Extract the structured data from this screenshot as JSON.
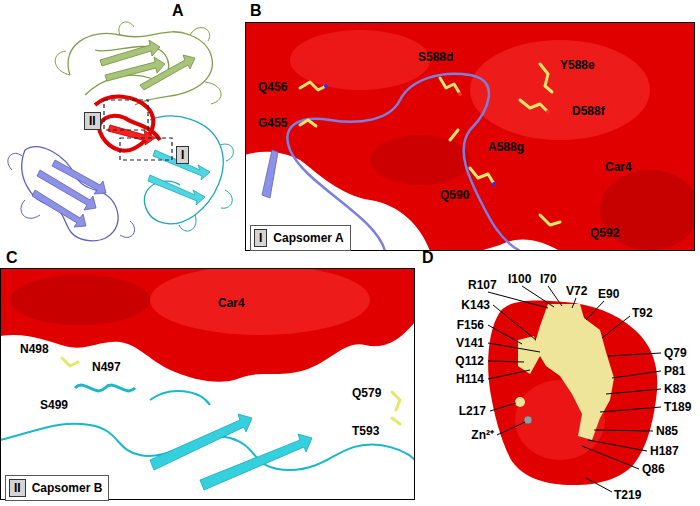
{
  "diagram": {
    "nodes": [
      {
        "text": [
          "II"
        ]
      },
      {
        "text": [
          "I"
        ]
      },
      {
        "text": [
          "I",
          "Capsomer A"
        ]
      },
      {
        "text": [
          "II",
          "Capsomer B"
        ]
      }
    ],
    "labels": [
      "A",
      "B",
      "Q456",
      "S588d",
      "Y588e",
      "G455",
      "D588f",
      "A588g",
      "Q590",
      "Car4",
      "Q592",
      "C",
      "D",
      "Car4",
      "N498",
      "N497",
      "S499",
      "Q579",
      "T593",
      "R107",
      "I100",
      "I70",
      "V72",
      "K143",
      "E90",
      "T92",
      "F156",
      "V141",
      "Q79",
      "Q112",
      "P81",
      "H114",
      "K83",
      "T189",
      "L217",
      "N85",
      "H187",
      "Zn²⁺",
      "Q86",
      "T219"
    ]
  }
}
